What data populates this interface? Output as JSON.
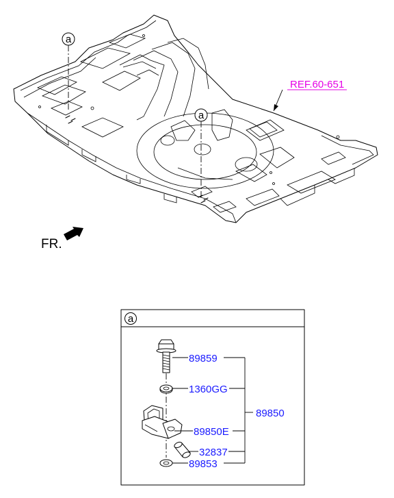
{
  "reference_label": "REF.60-651",
  "direction_label": "FR.",
  "callout_letter": "a",
  "detail_box_title": "a",
  "parts": [
    {
      "number": "89859",
      "name": "bolt"
    },
    {
      "number": "1360GG",
      "name": "washer"
    },
    {
      "number": "89850E",
      "name": "hook"
    },
    {
      "number": "32837",
      "name": "collar"
    },
    {
      "number": "89853",
      "name": "washer"
    }
  ],
  "assembly_number": "89850",
  "colors": {
    "part_number": "#1a1aff",
    "reference": "#e600e6",
    "line": "#000000"
  }
}
